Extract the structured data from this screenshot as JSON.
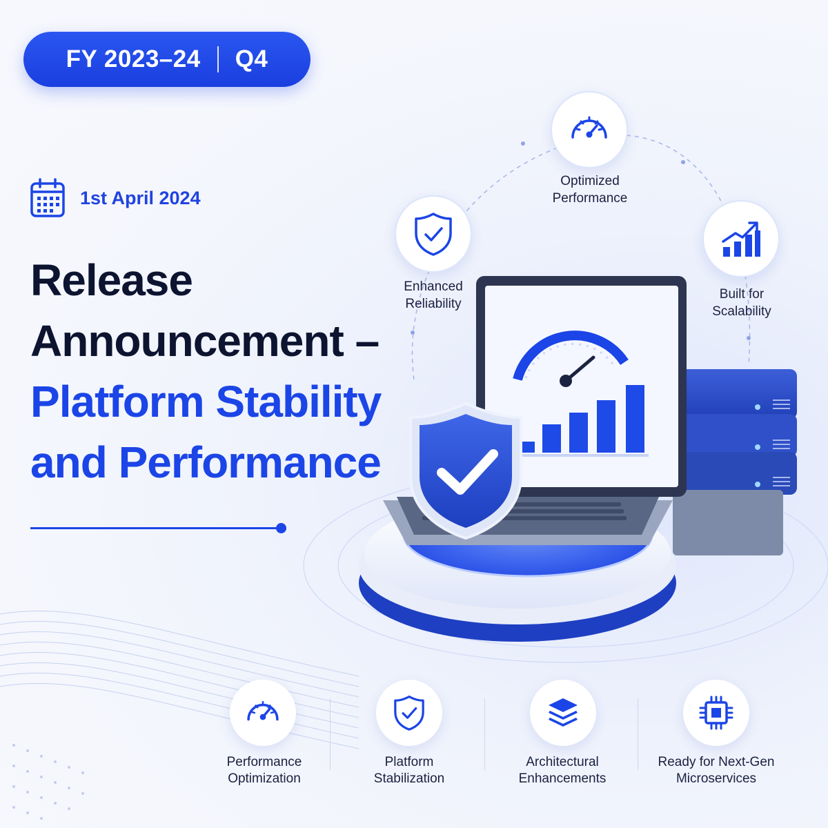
{
  "badge": {
    "fiscal_year": "FY 2023–24",
    "quarter": "Q4"
  },
  "date": {
    "icon": "calendar-icon",
    "text": "1st April 2024"
  },
  "headline": {
    "line1": "Release",
    "line2": "Announcement –",
    "line3": "Platform Stability",
    "line4": "and Performance"
  },
  "orbit_features": [
    {
      "icon": "speedometer-icon",
      "line1": "Optimized",
      "line2": "Performance"
    },
    {
      "icon": "shield-check-icon",
      "line1": "Enhanced",
      "line2": "Reliability"
    },
    {
      "icon": "growth-chart-icon",
      "line1": "Built for",
      "line2": "Scalability"
    }
  ],
  "bottom_features": [
    {
      "icon": "speedometer-icon",
      "line1": "Performance",
      "line2": "Optimization"
    },
    {
      "icon": "shield-check-icon",
      "line1": "Platform",
      "line2": "Stabilization"
    },
    {
      "icon": "layers-icon",
      "line1": "Architectural",
      "line2": "Enhancements"
    },
    {
      "icon": "chip-icon",
      "line1": "Ready for Next-Gen",
      "line2": "Microservices"
    }
  ],
  "colors": {
    "primary": "#1b45e6",
    "dark_text": "#0d1430",
    "background": "#f3f5fd"
  }
}
